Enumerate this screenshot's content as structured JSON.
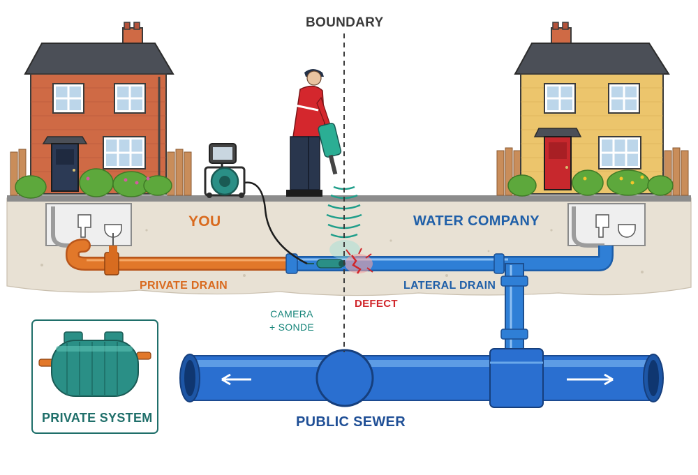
{
  "labels": {
    "boundary": "BOUNDARY",
    "you": "YOU",
    "water_company": "WATER COMPANY",
    "private_drain": "PRIVATE DRAIN",
    "lateral_drain": "LATERAL DRAIN",
    "defect": "DEFECT",
    "camera_line1": "CAMERA",
    "camera_line2": "+ SONDE",
    "public_sewer": "PUBLIC SEWER",
    "private_system": "PRIVATE SYSTEM"
  },
  "colors": {
    "private_pipe": "#e2782a",
    "water_company_pipe": "#2f7fd6",
    "public_sewer": "#2a6fd0",
    "defect": "#d0262b",
    "sonde_signal": "#1f9e8a",
    "brick_house": "#cf6a45",
    "yellow_house": "#ecc56c",
    "roof": "#4b4f57",
    "ground": "#e8e1d4",
    "tank": "#2a8f86"
  },
  "icons": {
    "boundary_line": "dashed-vertical-line",
    "operator": "worker-with-locator",
    "camera_reel": "drain-camera-reel",
    "sonde_signal": "signal-arcs-icon",
    "defect": "pipe-crack-icon",
    "flow_arrows": "arrow-left-right-icon",
    "tank": "septic-tank-icon"
  }
}
